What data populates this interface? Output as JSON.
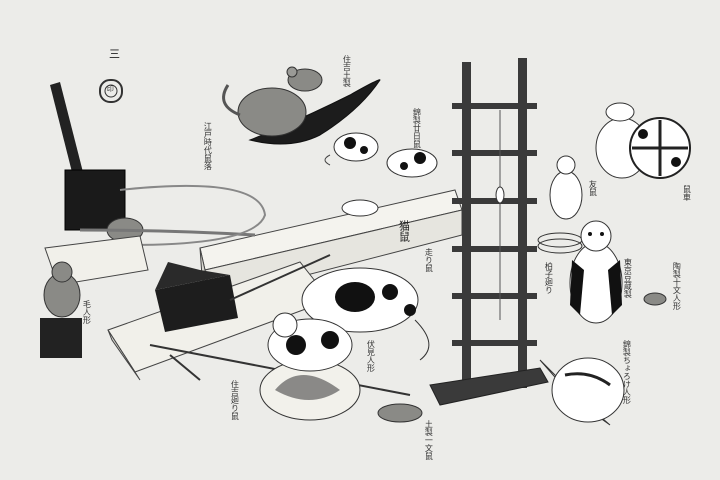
{
  "title_mark": "三",
  "seal_text": "印",
  "labels": {
    "sumiyoshi_clay": "住吉土製",
    "edo_trap": "江戸時代鼠落",
    "nishiki_mice": "錦製廿日鼠",
    "neko_nezumi": "猫鼠",
    "hair_doll": "毛人形",
    "sumiyoshi_wheel": "住吉廻り鼠",
    "hashiri_mouse": "走り鼠",
    "fushimi_doll": "伏見人形",
    "clay_mouse": "土製一文鼠",
    "tomo_nezumi": "友鼠",
    "kashiwa_mawari": "柏子廻り",
    "tokyo_mamezo": "東京豆蔵製",
    "tosei_mouse": "陶製十文人形",
    "nezumi_guruma": "鼠車",
    "shinsei_roll": "錦製ちょろけ人形"
  },
  "colors": {
    "paper": "#ecece9",
    "ink": "#1a1a1a",
    "wood": "#f4f3ee",
    "mouse_grey": "#8a8a86"
  }
}
